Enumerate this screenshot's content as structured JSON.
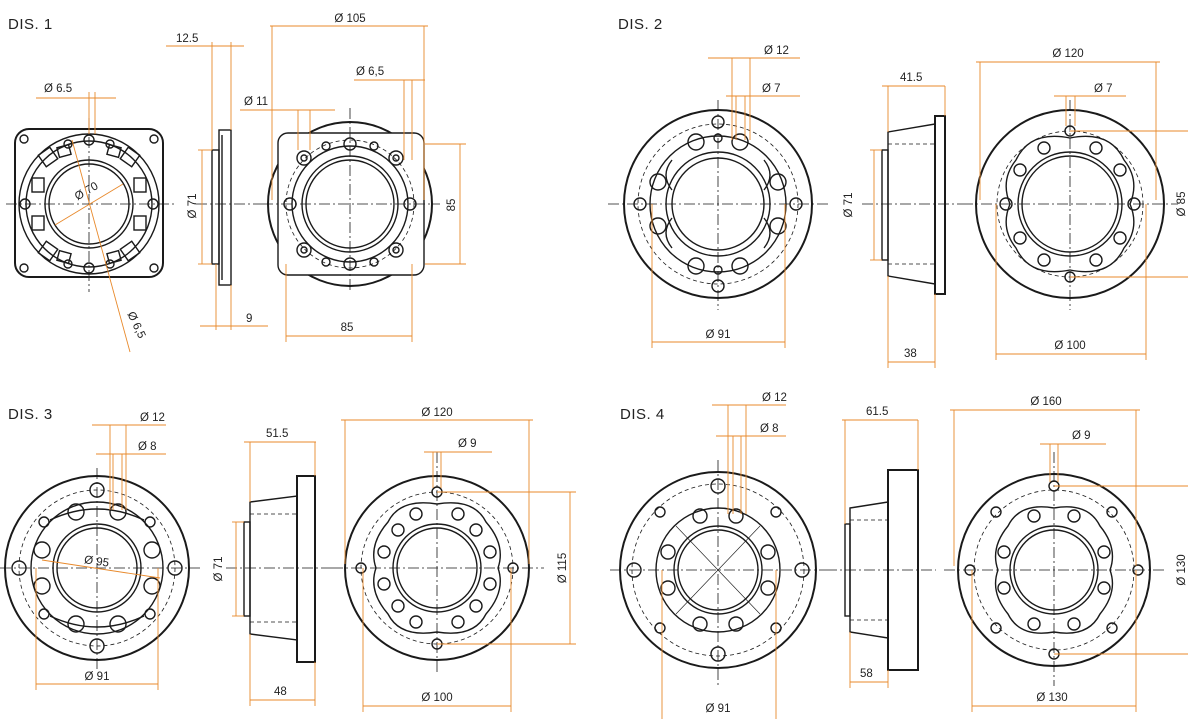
{
  "drawings": [
    {
      "title": "DIS. 1",
      "labels": {
        "bolt_hole_left": "Ø 6.5",
        "pitch_circle_left": "Ø 70",
        "bolt_hole_diag": "Ø 6,5",
        "flange_thickness": "12.5",
        "spigot_diameter": "Ø 71",
        "spigot_depth": "9",
        "outer_diameter": "Ø 105",
        "bolt_hole_right": "Ø 6,5",
        "hole_right_small": "Ø 11",
        "height_square": "85",
        "width_square": "85"
      }
    },
    {
      "title": "DIS. 2",
      "labels": {
        "counterbore": "Ø 12",
        "hole": "Ø 7",
        "pitch_circle": "Ø 91",
        "side_length": "41.5",
        "spigot_diameter": "Ø 71",
        "side_depth": "38",
        "outer_diameter": "Ø 120",
        "hole_right": "Ø 7",
        "pitch_right": "Ø 85",
        "spigot_right": "Ø 100"
      }
    },
    {
      "title": "DIS. 3",
      "labels": {
        "counterbore": "Ø 12",
        "hole": "Ø 8",
        "pitch_circle": "Ø 95",
        "bottom_pitch": "Ø 91",
        "side_length": "51.5",
        "spigot_diameter": "Ø 71",
        "side_depth": "48",
        "outer_diameter": "Ø 120",
        "hole_right": "Ø 9",
        "pitch_right": "Ø 115",
        "spigot_right": "Ø 100"
      }
    },
    {
      "title": "DIS. 4",
      "labels": {
        "counterbore": "Ø 12",
        "hole": "Ø 8",
        "bottom_pitch": "Ø 91",
        "side_length": "61.5",
        "side_depth": "58",
        "outer_diameter": "Ø 160",
        "hole_right": "Ø 9",
        "pitch_right": "Ø 130",
        "spigot_right": "Ø 130"
      }
    }
  ],
  "colors": {
    "line": "#1a1a1a",
    "dimension": "#e8892b",
    "background": "#ffffff"
  }
}
